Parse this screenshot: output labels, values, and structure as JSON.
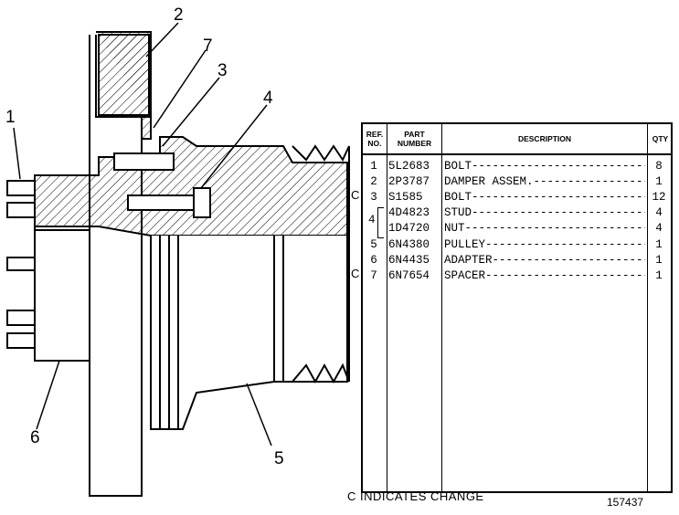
{
  "parts_table": {
    "headers": {
      "ref_no": "REF.\nNO.",
      "part_number": "PART\nNUMBER",
      "description": "DESCRIPTION",
      "qty": "QTY"
    },
    "rows": [
      {
        "ref": "1",
        "part_number": "5L2683",
        "description": "BOLT-------------------------------",
        "qty": "8",
        "change": ""
      },
      {
        "ref": "2",
        "part_number": "2P3787",
        "description": "DAMPER ASSEM.-----------------",
        "qty": "1",
        "change": ""
      },
      {
        "ref": "3",
        "part_number": "S1585",
        "description": "BOLT-------------------------------",
        "qty": "12",
        "change": "C"
      },
      {
        "ref": "",
        "part_number": "4D4823",
        "description": "STUD-------------------------------",
        "qty": "4",
        "change": ""
      },
      {
        "ref": "",
        "part_number": "1D4720",
        "description": "NUT---------------------------------",
        "qty": "4",
        "change": ""
      },
      {
        "ref": "5",
        "part_number": "6N4380",
        "description": "PULLEY-----------------------------",
        "qty": "1",
        "change": ""
      },
      {
        "ref": "6",
        "part_number": "6N4435",
        "description": "ADAPTER---------------------------",
        "qty": "1",
        "change": ""
      },
      {
        "ref": "7",
        "part_number": "6N7654",
        "description": "SPACER----------------------------",
        "qty": "1",
        "change": "C"
      }
    ],
    "stud_nut_ref": "4"
  },
  "callouts": [
    "1",
    "2",
    "3",
    "4",
    "5",
    "6",
    "7"
  ],
  "change_note": "C INDICATES CHANGE",
  "figure_number": "157437"
}
